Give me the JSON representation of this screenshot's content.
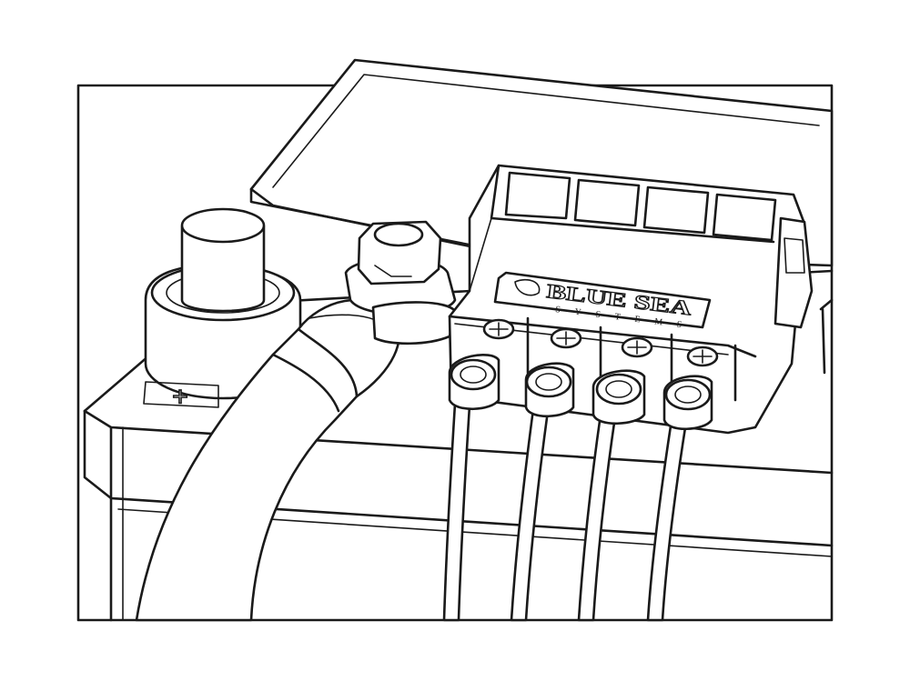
{
  "illustration": {
    "fuse_block_brand": {
      "name": "BLUE SEA",
      "subtitle": "SYSTEMS"
    },
    "battery_polarity_mark": "+",
    "fuse_count": 4,
    "wire_count": 4,
    "colors": {
      "line": "#1a1a1a",
      "fill": "#ffffff"
    }
  }
}
